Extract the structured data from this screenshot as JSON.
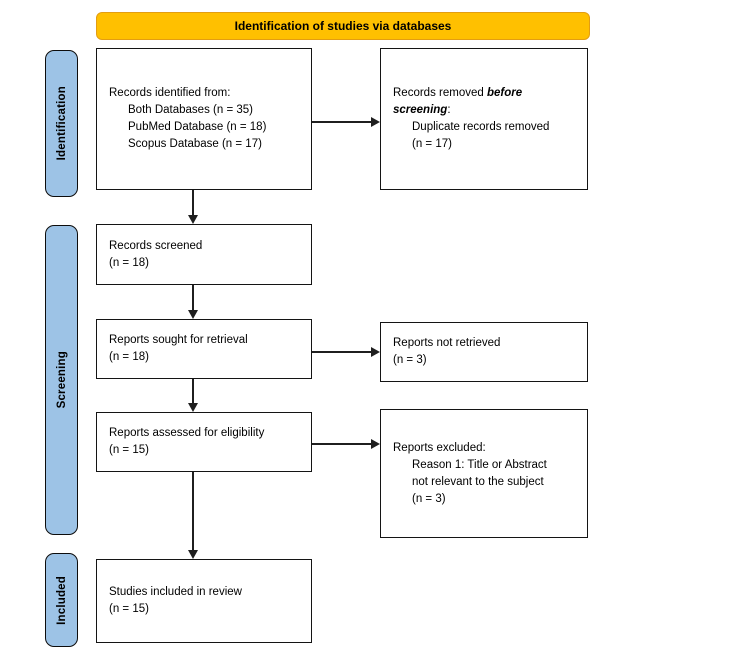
{
  "colors": {
    "banner_fill": "#FFC000",
    "banner_border": "#E39D12",
    "stage_fill": "#9DC3E6",
    "box_border": "#141414",
    "arrow": "#1f1f1f"
  },
  "banner": {
    "title": "Identification of studies via databases"
  },
  "stages": {
    "identification": "Identification",
    "screening": "Screening",
    "included": "Included"
  },
  "boxes": {
    "records_identified": {
      "title": "Records identified from:",
      "lines": [
        "Both Databases (n = 35)",
        "PubMed Database (n = 18)",
        "Scopus Database (n = 17)"
      ]
    },
    "records_removed": {
      "title_prefix": "Records removed ",
      "title_emphasis": "before screening",
      "title_suffix": ":",
      "lines": [
        "Duplicate records removed",
        "(n = 17)"
      ]
    },
    "records_screened": {
      "title": "Records screened",
      "count": "(n = 18)"
    },
    "reports_sought": {
      "title": "Reports sought for retrieval",
      "count": "(n = 18)"
    },
    "reports_not_retrieved": {
      "title": "Reports not retrieved",
      "count": "(n = 3)"
    },
    "reports_assessed": {
      "title": "Reports assessed for eligibility",
      "count": "(n = 15)"
    },
    "reports_excluded": {
      "title": "Reports excluded:",
      "lines": [
        "Reason 1: Title or Abstract",
        "not relevant to the subject",
        "(n = 3)"
      ]
    },
    "studies_included": {
      "title": "Studies included in review",
      "count": "(n = 15)"
    }
  }
}
